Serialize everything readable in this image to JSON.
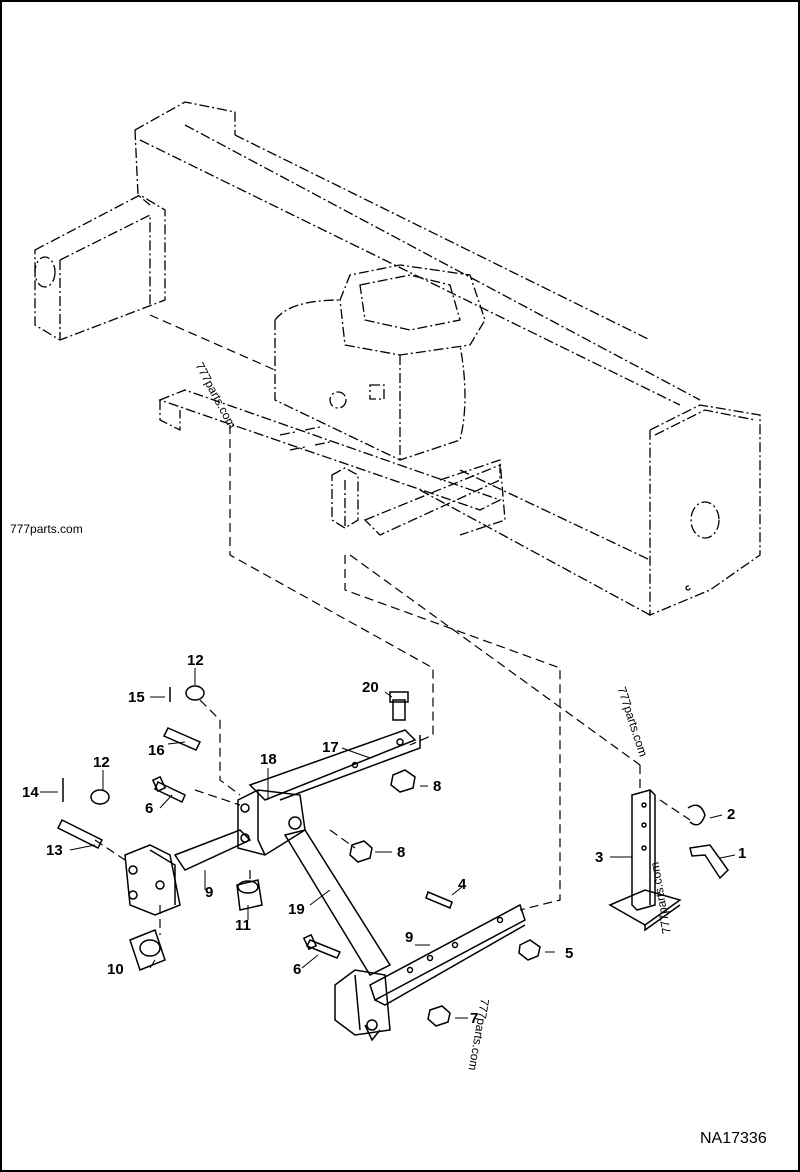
{
  "figure_id": "NA17336",
  "watermark": "777parts.com",
  "callouts": {
    "c1": "1",
    "c2": "2",
    "c3": "3",
    "c4": "4",
    "c5": "5",
    "c6a": "6",
    "c6b": "6",
    "c7": "7",
    "c8a": "8",
    "c8b": "8",
    "c9a": "9",
    "c9b": "9",
    "c10": "10",
    "c11": "11",
    "c12a": "12",
    "c12b": "12",
    "c13": "13",
    "c14": "14",
    "c15": "15",
    "c16": "16",
    "c17": "17",
    "c18": "18",
    "c19": "19",
    "c20": "20"
  },
  "colors": {
    "line": "#000000",
    "background": "#ffffff"
  }
}
